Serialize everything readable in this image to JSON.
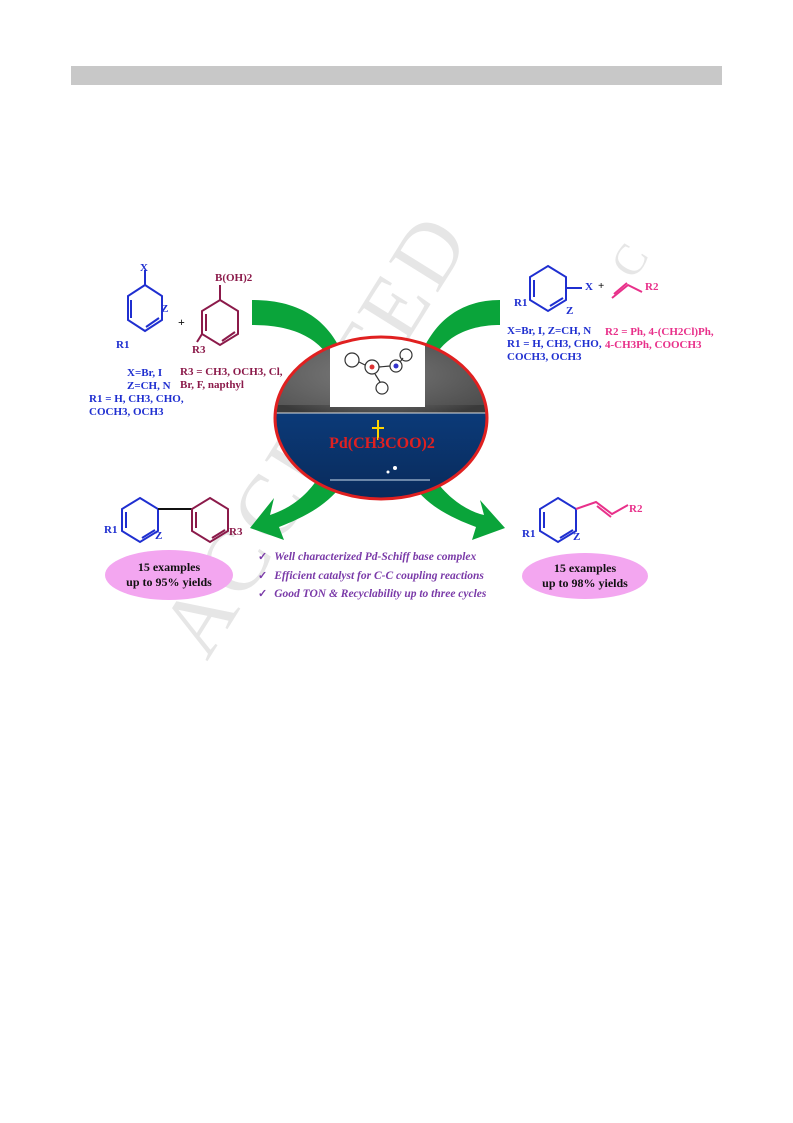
{
  "watermark": {
    "text": "ACCEPTED",
    "corner": "C"
  },
  "scheme": {
    "reactant_aryl_halide": {
      "x_label": "X",
      "z_label": "Z",
      "r_label": "R1",
      "conditions": [
        "X=Br, I",
        "Z=CH, N",
        "R1 = H, CH3, CHO,",
        "COCH3, OCH3"
      ]
    },
    "plus_left": "+",
    "boronic_acid": {
      "b_label": "B(OH)2",
      "r_label": "R3",
      "conditions": [
        "R3 = CH3, OCH3, Cl,",
        "Br, F, napthyl"
      ]
    },
    "heck_reactant": {
      "x_label": "X",
      "z_label": "Z",
      "r_label": "R1",
      "plus": "+",
      "r2_label": "R2",
      "conditions_blue": [
        "X=Br, I, Z=CH, N",
        "R1 = H, CH3, CHO,",
        "COCH3, OCH3"
      ],
      "conditions_pink": [
        "R2 = Ph, 4-(CH2Cl)Ph,",
        "4-CH3Ph, COOCH3"
      ]
    },
    "catalyst": {
      "label": "Pd(CH3COO)2"
    },
    "biaryl_product": {
      "r1_label": "R1",
      "z_label": "Z",
      "r3_label": "R3"
    },
    "styrene_product": {
      "r1_label": "R1",
      "z_label": "Z",
      "r2_label": "R2"
    },
    "left_pill": {
      "line1": "15 examples",
      "line2": "up to 95% yields"
    },
    "right_pill": {
      "line1": "15 examples",
      "line2": "up to 98% yields"
    },
    "highlights": [
      "Well characterized Pd-Schiff base complex",
      "Efficient catalyst for C-C coupling reactions",
      "Good TON & Recyclability up to three cycles"
    ],
    "colors": {
      "blue": "#1f2fd0",
      "maroon": "#8b1a4a",
      "pink": "#e8308a",
      "green": "#0aa43a",
      "pill": "#f3a6f0",
      "purple": "#7a3aa8"
    }
  }
}
